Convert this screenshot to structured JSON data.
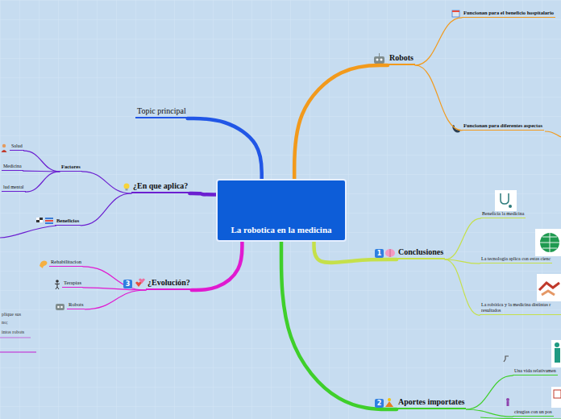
{
  "diagram": {
    "nodes": [
      {
        "text": [
          "La robotica en la medicina"
        ]
      },
      {
        "text": [
          "Robots"
        ]
      },
      {
        "text": [
          "Funcionan para el beneficio hospitalario"
        ]
      },
      {
        "text": [
          "Funcionan para diferentes aspectos"
        ]
      },
      {
        "text": [
          "Conclusiones"
        ]
      },
      {
        "text": [
          "Beneficia la medicina"
        ]
      },
      {
        "text": [
          "La tecnologia aplica con estas cienc"
        ]
      },
      {
        "text": [
          "La robótica y la medicina distintas r resultados"
        ]
      },
      {
        "text": [
          "Aportes importates"
        ]
      },
      {
        "text": [
          "Una vida relativamen"
        ]
      },
      {
        "text": [
          "cirugias  con un pos"
        ]
      },
      {
        "text": [
          "Topic principal"
        ]
      },
      {
        "text": [
          "¿En que aplica?"
        ]
      },
      {
        "text": [
          "Factores"
        ]
      },
      {
        "text": [
          "Salud"
        ]
      },
      {
        "text": [
          "Medicina"
        ]
      },
      {
        "text": [
          "lud mental"
        ]
      },
      {
        "text": [
          "Beneficios"
        ]
      },
      {
        "text": [
          "¿Evolución?"
        ]
      },
      {
        "text": [
          "Rehabilitacion"
        ]
      },
      {
        "text": [
          "Terapias"
        ]
      },
      {
        "text": [
          "Robots"
        ]
      }
    ],
    "edges": [
      {
        "from": 0,
        "to": 1,
        "arrow": "none"
      },
      {
        "from": 1,
        "to": 2,
        "arrow": "none"
      },
      {
        "from": 1,
        "to": 3,
        "arrow": "none"
      },
      {
        "from": 0,
        "to": 4,
        "arrow": "none"
      },
      {
        "from": 4,
        "to": 5,
        "arrow": "none"
      },
      {
        "from": 4,
        "to": 6,
        "arrow": "none"
      },
      {
        "from": 4,
        "to": 7,
        "arrow": "none"
      },
      {
        "from": 0,
        "to": 8,
        "arrow": "none"
      },
      {
        "from": 8,
        "to": 9,
        "arrow": "none"
      },
      {
        "from": 8,
        "to": 10,
        "arrow": "none"
      },
      {
        "from": 0,
        "to": 11,
        "arrow": "none"
      },
      {
        "from": 0,
        "to": 12,
        "arrow": "none"
      },
      {
        "from": 12,
        "to": 13,
        "arrow": "none"
      },
      {
        "from": 13,
        "to": 14,
        "arrow": "none"
      },
      {
        "from": 13,
        "to": 15,
        "arrow": "none"
      },
      {
        "from": 13,
        "to": 16,
        "arrow": "none"
      },
      {
        "from": 12,
        "to": 17,
        "arrow": "none"
      },
      {
        "from": 0,
        "to": 18,
        "arrow": "none"
      },
      {
        "from": 18,
        "to": 19,
        "arrow": "none"
      },
      {
        "from": 18,
        "to": 20,
        "arrow": "none"
      },
      {
        "from": 18,
        "to": 21,
        "arrow": "none"
      }
    ],
    "labels": [
      "1",
      "2",
      "3",
      "plique sus",
      "no;",
      "intos robots"
    ]
  }
}
